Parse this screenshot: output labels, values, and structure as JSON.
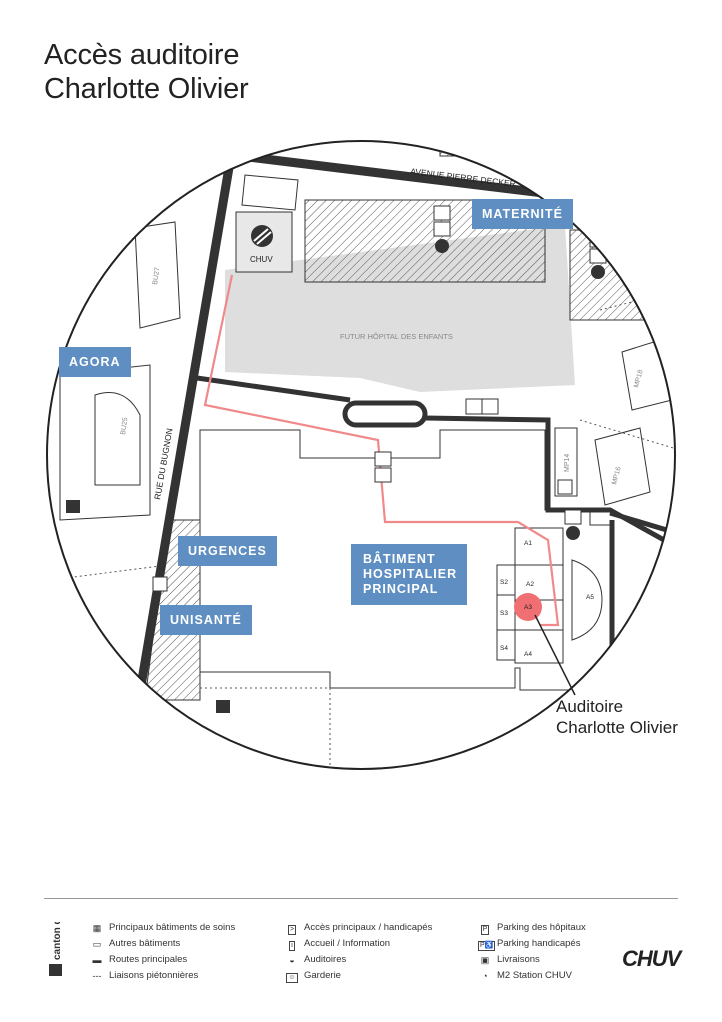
{
  "title": {
    "line1": "Accès auditoire",
    "line2": "Charlotte Olivier"
  },
  "map": {
    "street_avenue": "AVENUE PIERRE DECKER",
    "street_bugnon": "RUE DU BUGNON",
    "future_hospital": "FUTUR HÔPITAL DES ENFANTS",
    "chuv_label": "CHUV",
    "buildings": {
      "bu27": "BU27",
      "bu25": "BU25",
      "mp18": "MP18",
      "mp14": "MP14",
      "mp16": "MP16"
    },
    "rooms": {
      "a1": "A1",
      "a2": "A2",
      "a3": "A3",
      "a4": "A4",
      "a5": "A5",
      "s2": "S2",
      "s3": "S3",
      "s4": "S4"
    },
    "labels": {
      "maternite": "MATERNITÉ",
      "agora": "AGORA",
      "urgences": "URGENCES",
      "unisante": "UNISANTÉ",
      "batiment_line1": "BÂTIMENT",
      "batiment_line2": "HOSPITALIER",
      "batiment_line3": "PRINCIPAL"
    },
    "target": {
      "line1": "Auditoire",
      "line2": "Charlotte Olivier"
    },
    "colors": {
      "route": "#f08a8a",
      "label_blue": "#5f8fc2",
      "road": "#333333",
      "future_area": "#dedede",
      "target": "#ef6f73"
    }
  },
  "legend": {
    "col1": [
      "Principaux bâtiments de soins",
      "Autres bâtiments",
      "Routes principales",
      "Liaisons piétonnières"
    ],
    "col2": [
      "Accès principaux / handicapés",
      "Accueil / Information",
      "Auditoires",
      "Garderie"
    ],
    "col3": [
      "Parking des hôpitaux",
      "Parking handicapés",
      "Livraisons",
      "M2 Station CHUV"
    ],
    "icons": {
      "col2": [
        "chevron-box-icon",
        "info-box-icon",
        "auditorium-icon",
        "nursery-icon"
      ],
      "col3": [
        "parking-icon",
        "parking-handicap-icon",
        "delivery-icon",
        "metro-icon"
      ]
    },
    "canton_text": "canton de vaud",
    "logo_text": "CHUV"
  }
}
